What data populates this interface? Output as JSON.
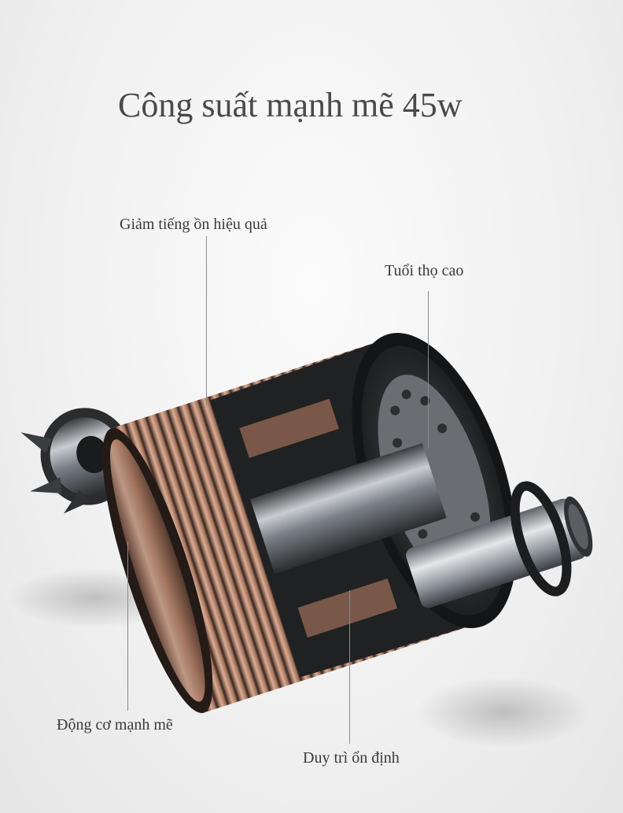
{
  "title": "Công suất mạnh mẽ 45w",
  "callouts": {
    "noise_reduction": "Giảm tiếng ồn hiệu quả",
    "long_life": "Tuổi thọ cao",
    "powerful_motor": "Động cơ mạnh mẽ",
    "stable": "Duy trì ổn định"
  },
  "icons": {
    "product_image": "motor-rotor-illustration"
  },
  "colors": {
    "background": "#f1f1f1",
    "title_text": "#4a4a4a",
    "label_text": "#3a3a3a",
    "copper": "#b98b72",
    "steel": "#8e9499"
  }
}
